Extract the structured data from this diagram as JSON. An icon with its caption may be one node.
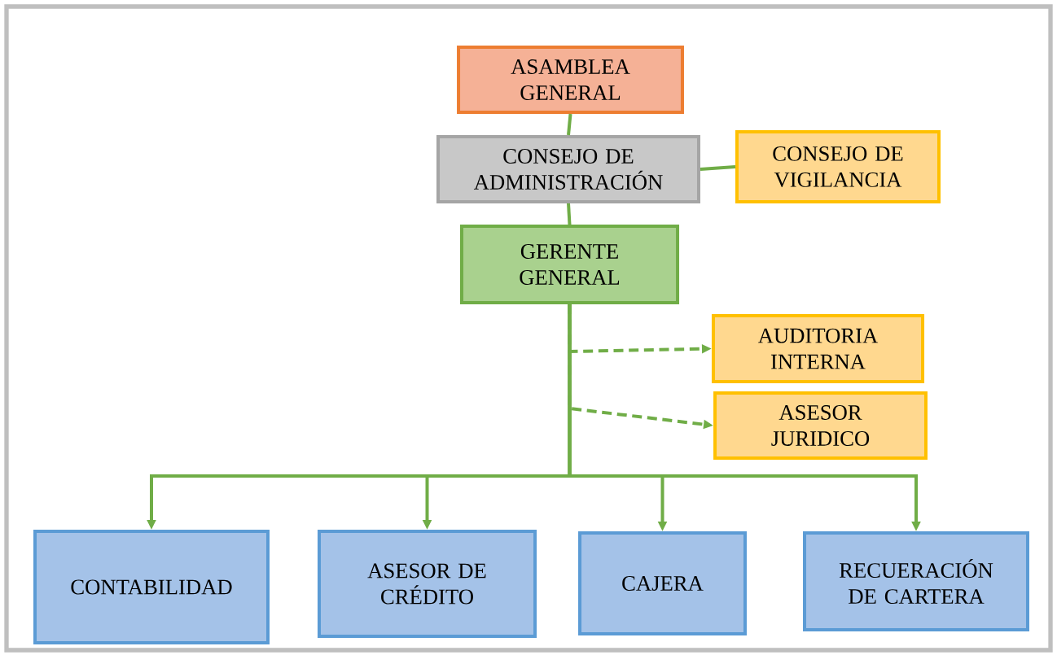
{
  "diagram": {
    "nodes": [
      {
        "text": [
          "ASAMBLEA GENERAL"
        ]
      },
      {
        "text": [
          "CONSEJO DE ADMINISTRACIÓN"
        ]
      },
      {
        "text": [
          "CONSEJO DE VIGILANCIA"
        ]
      },
      {
        "text": [
          "GERENTE GENERAL"
        ]
      },
      {
        "text": [
          "AUDITORIA INTERNA"
        ]
      },
      {
        "text": [
          "ASESOR JURIDICO"
        ]
      },
      {
        "text": [
          "CONTABILIDAD"
        ]
      },
      {
        "text": [
          "ASESOR DE CRÉDITO"
        ]
      },
      {
        "text": [
          "CAJERA"
        ]
      },
      {
        "text": [
          "RECUERACIÓN DE CARTERA"
        ]
      }
    ],
    "edges": [
      {
        "from": 0,
        "to": 1,
        "arrow": "none"
      },
      {
        "from": 1,
        "to": 2,
        "arrow": "none"
      },
      {
        "from": 1,
        "to": 3,
        "arrow": "none"
      },
      {
        "from": 3,
        "to": 4,
        "arrow": "to",
        "style": "dashed"
      },
      {
        "from": 3,
        "to": 5,
        "arrow": "to",
        "style": "dashed"
      },
      {
        "from": 3,
        "to": 6,
        "arrow": "to"
      },
      {
        "from": 3,
        "to": 7,
        "arrow": "to"
      },
      {
        "from": 3,
        "to": 8,
        "arrow": "to"
      },
      {
        "from": 3,
        "to": 9,
        "arrow": "to"
      }
    ]
  }
}
